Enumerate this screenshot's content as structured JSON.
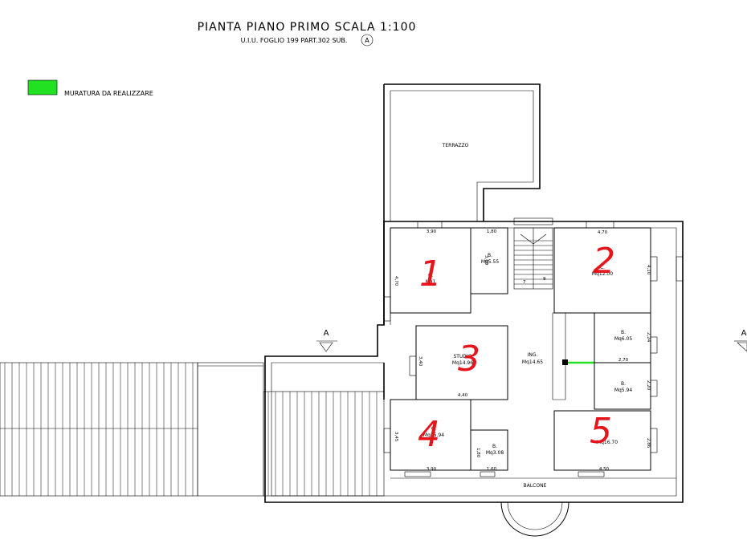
{
  "title": "PIANTA PIANO PRIMO SCALA 1:100",
  "subtitle": "U.I.U. FOGLIO 199 PART.302 SUB.",
  "subtitle_circle": "A",
  "legend": {
    "label": "MURATURA DA REALIZZARE",
    "color": "#22e022"
  },
  "section_marks": [
    "A",
    "A"
  ],
  "rooms": {
    "terrazzo": "TERRAZZO",
    "c1_label": "C.",
    "c1_area": "Mq1",
    "b1_label": "B.",
    "b1_area": "Mq5.55",
    "c2_label": "C.",
    "c2_area": "Mq12.00",
    "studio_label": "STUDIO",
    "studio_area": "Mq14.96",
    "ing_label": "ING.",
    "ing_area": "Mq14.65",
    "b2_label": "B.",
    "b2_area": "Mq6.05",
    "b3_label": "B.",
    "b3_area": "Mq5.94",
    "c4_label": "C.",
    "c4_area": "Mq15.94",
    "b4_label": "B.",
    "b4_area": "Mq3.08",
    "c5_area": "Mq16.70",
    "balcone": "BALCONE"
  },
  "dimensions": {
    "d_390_top": "3,90",
    "d_180": "1,80",
    "d_470": "4,70",
    "d_470_v": "4,70",
    "d_309": "3,09",
    "d_410": "4,10",
    "d_340": "3,40",
    "d_440": "4,40",
    "d_224": "2,24",
    "d_270": "2,70",
    "d_220": "2,20",
    "d_345": "3,45",
    "d_180_v": "1,80",
    "d_390_bot": "3,90",
    "d_160": "1,60",
    "d_286": "2,86",
    "d_450": "4,50"
  },
  "handwritten_numbers": [
    "1",
    "2",
    "3",
    "4",
    "5"
  ],
  "stair_marks": [
    "7",
    "9"
  ],
  "colors": {
    "annotation": "#e8141c",
    "new_wall": "#22e022"
  }
}
